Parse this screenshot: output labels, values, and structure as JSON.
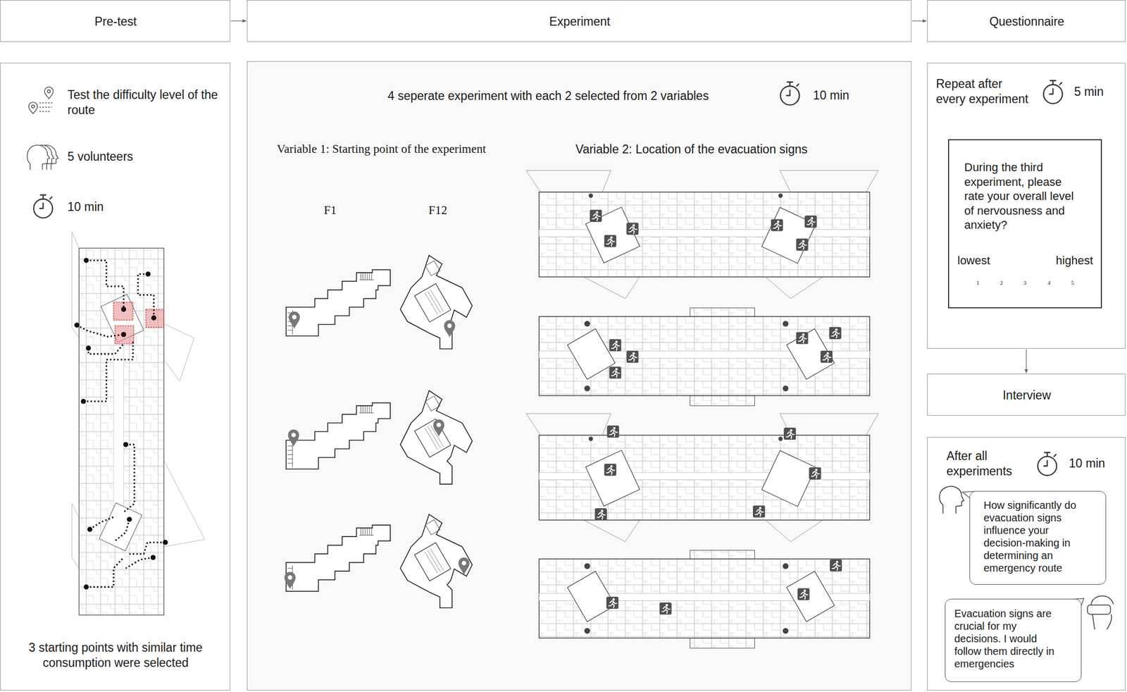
{
  "diagram": {
    "nodes": [
      {
        "text": [
          "Pre-test"
        ]
      },
      {
        "text": [
          "Experiment"
        ]
      },
      {
        "text": [
          "Questionnaire"
        ]
      },
      {
        "text": [
          "Test the difficulty level of the route",
          "5 volunteers",
          "10 min",
          "3 starting points with similar time consumption were selected"
        ]
      },
      {
        "text": [
          "4 seperate experiment with each 2 selected from 2 variables",
          "10 min",
          "Variable 1: Starting point of the experiment",
          "Variable 2: Location of the evacuation signs",
          "F1",
          "F12"
        ]
      },
      {
        "text": [
          "Repeat after every experiment",
          "5 min"
        ]
      },
      {
        "text": [
          "During the third experiment, please rate your overall level of nervousness and anxiety?",
          "lowest",
          "highest",
          "1",
          "2",
          "3",
          "4",
          "5"
        ],
        "in": 5
      },
      {
        "text": [
          "Interview"
        ]
      },
      {
        "text": [
          "After all experiments",
          "10 min"
        ]
      },
      {
        "text": [
          "How significantly do evacuation signs influence your decision-making in determining an emergency route"
        ],
        "in": 8
      },
      {
        "text": [
          "Evacuation signs are crucial for my decisions. I would follow them directly in emergencies"
        ],
        "in": 8
      }
    ],
    "edges": [
      {
        "from": 0,
        "to": 1,
        "arrow": "to"
      },
      {
        "from": 1,
        "to": 2,
        "arrow": "to"
      },
      {
        "from": 5,
        "to": 7,
        "arrow": "to"
      }
    ]
  }
}
